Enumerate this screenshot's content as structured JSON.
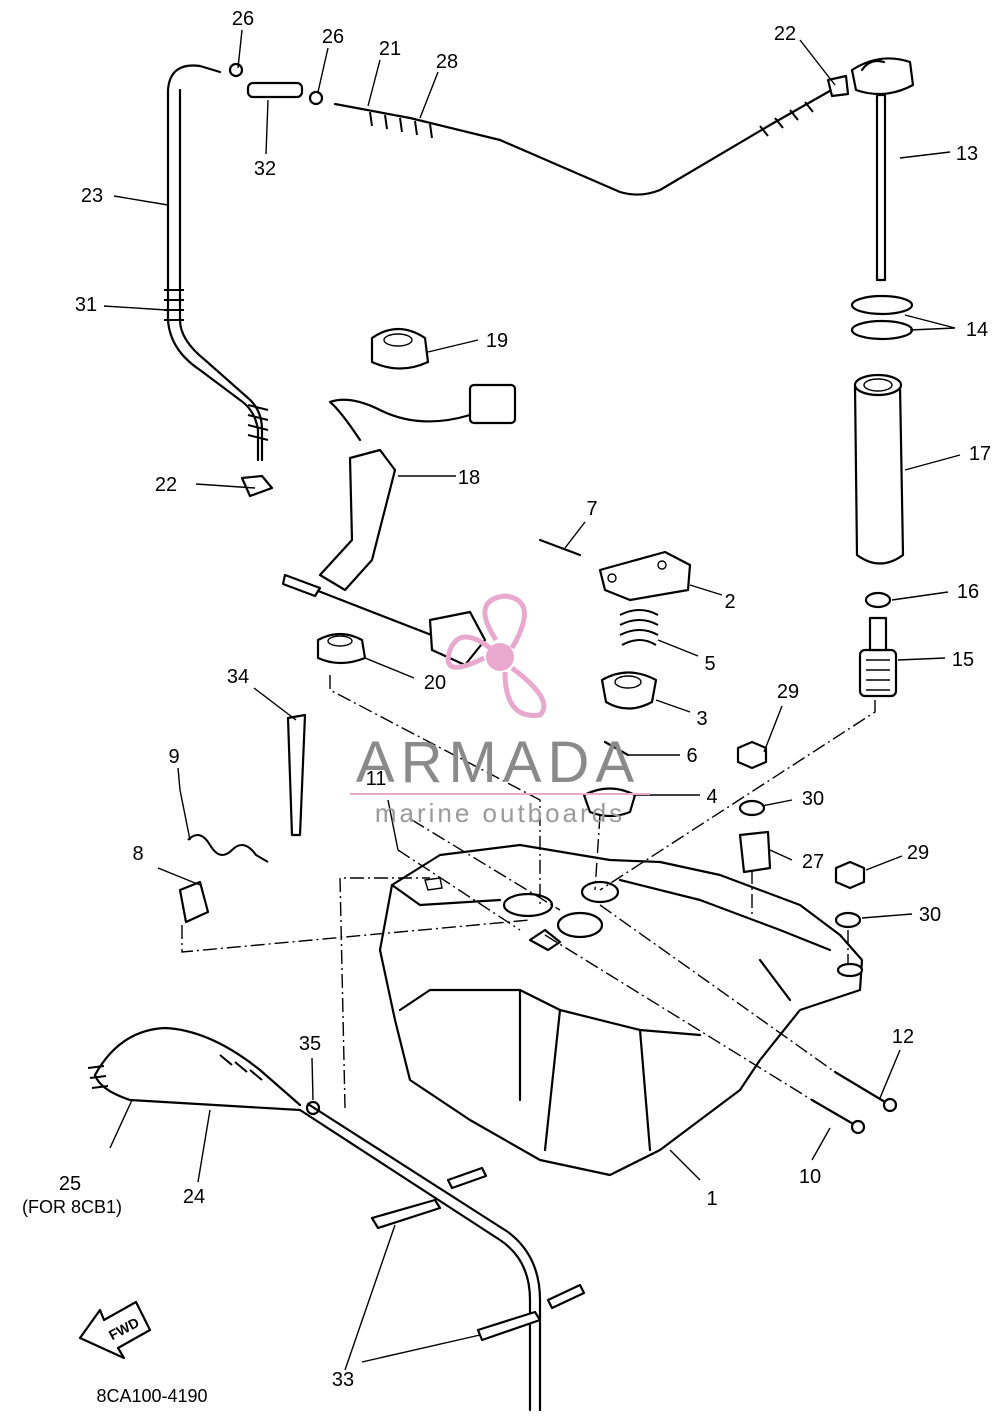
{
  "diagram": {
    "callouts": [
      "1",
      "2",
      "3",
      "4",
      "5",
      "6",
      "7",
      "8",
      "9",
      "10",
      "11",
      "12",
      "13",
      "14",
      "15",
      "16",
      "17",
      "18",
      "19",
      "20",
      "21",
      "22",
      "22",
      "23",
      "24",
      "25",
      "26",
      "26",
      "27",
      "28",
      "29",
      "29",
      "30",
      "30",
      "31",
      "32",
      "33",
      "34",
      "35"
    ],
    "note": "(FOR 8CB1)",
    "fwd_label": "FWD",
    "drawing_code": "8CA100-4190"
  },
  "watermark": {
    "brand": "ARMADA",
    "tagline": "marine outboards",
    "accent_color": "#e9a9cf",
    "text_color": "#8a8a8a"
  }
}
